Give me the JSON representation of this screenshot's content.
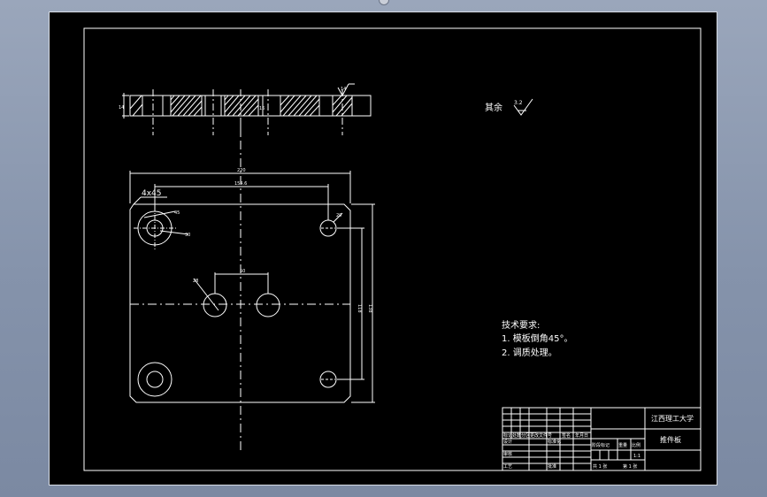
{
  "drawing": {
    "dimensions": {
      "width_top": "220",
      "inner_span": "154.6",
      "chamfer": "4x45",
      "center_gap": "50",
      "height_inner": "118",
      "height_outer": "138",
      "hole_top_left_label": "45",
      "hole_top_left_dia": "30",
      "hole_top_right_label": "20",
      "hole_center_label": "28",
      "section_left_label": "14",
      "section_mid_label": "16",
      "section_right_label": "14"
    },
    "surface_finish": {
      "label": "其余",
      "value": "3.2"
    },
    "tech_requirements": {
      "title": "技术要求:",
      "items": [
        "1. 模板倒角45°。",
        "2. 调质处理。"
      ]
    },
    "title_block": {
      "school": "江西理工大学",
      "part_name": "推件板",
      "row_labels": [
        "标记",
        "处数",
        "分区",
        "更改文件号",
        "签名",
        "年月日"
      ],
      "designer_label": "设计",
      "standard_label": "标准化",
      "review_label": "审核",
      "process_label": "工艺",
      "approve_label": "批准",
      "stage_label": "阶段标记",
      "weight_label": "重量",
      "scale_label": "比例",
      "scale_value": "1:1",
      "sheet_total": "共 1 张",
      "sheet_no": "第 1 张"
    }
  }
}
